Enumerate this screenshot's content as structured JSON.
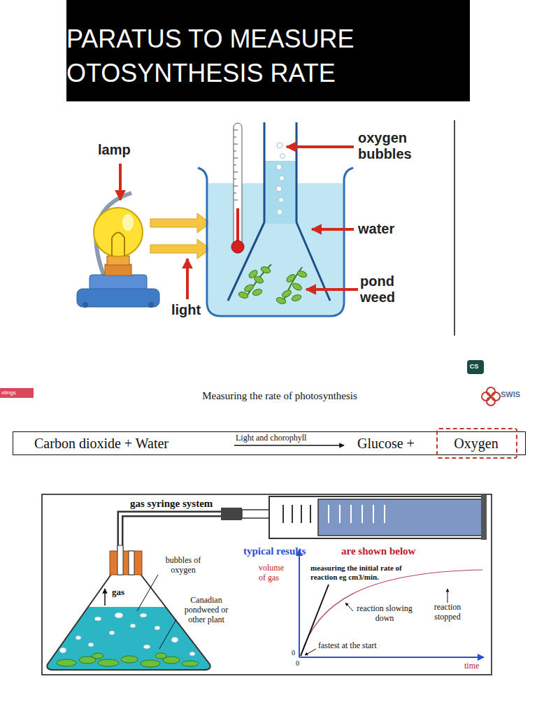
{
  "diagram": {
    "title": "Measuring the rate of photosynthesis",
    "nodes": [
      {
        "text": [
          "PARATUS TO MEASURE OTOSYNTHESIS RATE"
        ]
      },
      {
        "text": [
          "CS"
        ]
      },
      {
        "text": [
          "Carbon dioxide + Water",
          "Light and chorophyll",
          "Glucose +"
        ]
      },
      {
        "text": [
          "Oxygen"
        ],
        "in": 2
      }
    ],
    "labels": [
      "lamp",
      "light",
      "oxygen bubbles",
      "water",
      "pond weed",
      "xtings",
      "SWIS",
      "gas syringe system",
      "bubbles of oxygen",
      "gas",
      "Canadian pondweed or other plant",
      "typical results",
      "are shown below",
      "volume of gas",
      "measuring the initial rate of reaction eg cm3/min.",
      "reaction slowing down",
      "reaction stopped",
      "fastest at the start",
      "0",
      "0",
      "time"
    ]
  }
}
